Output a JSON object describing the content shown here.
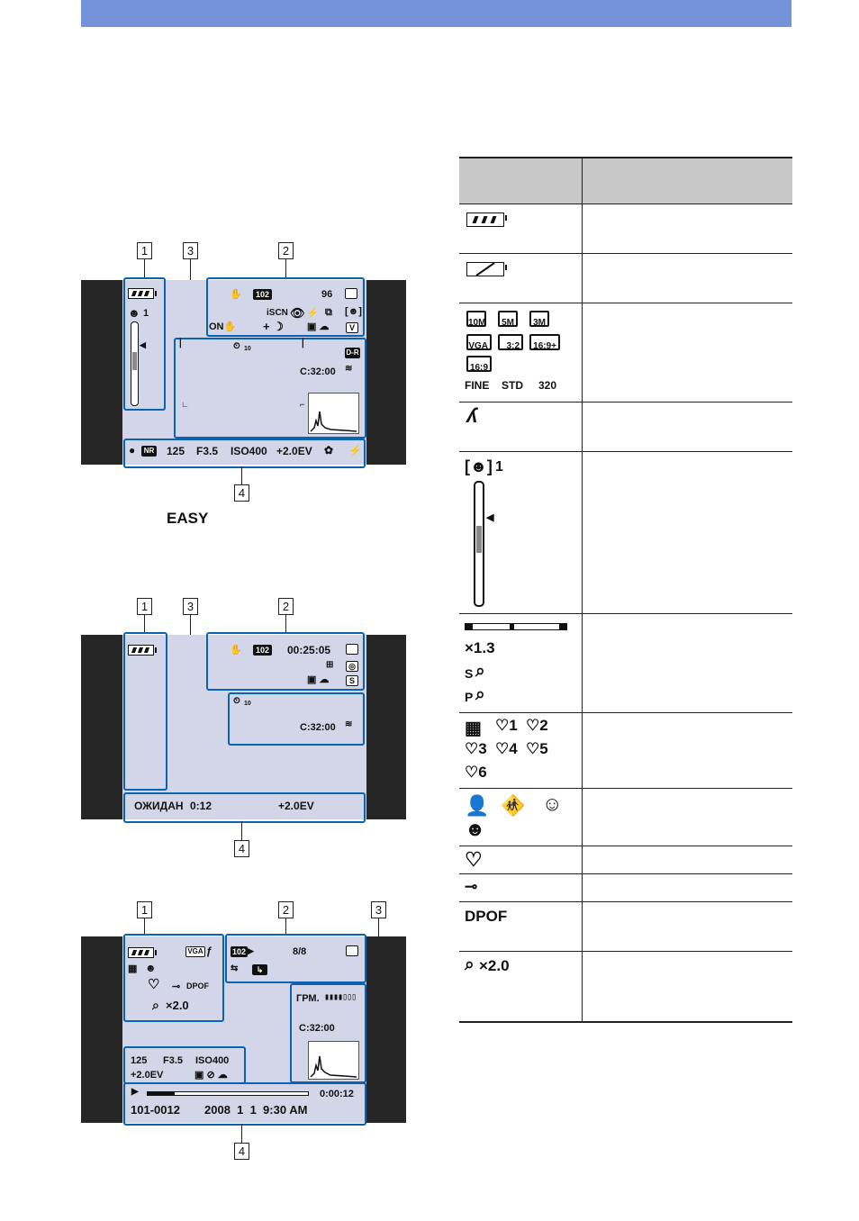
{
  "header": {
    "bar_color": "#7493d8"
  },
  "callout_numbers": [
    "1",
    "2",
    "3",
    "4"
  ],
  "mode_label": "EASY",
  "screen1": {
    "face_count": "1",
    "shots_remaining": "96",
    "capacity": "C:32:00",
    "shutter": "125",
    "aperture": "F3.5",
    "iso": "ISO400",
    "ev": "+2.0EV",
    "nr": "NR",
    "dr": "D-R",
    "folder": "102",
    "self_timer_sub": "10"
  },
  "screen2": {
    "time": "00:25:05",
    "capacity": "C:32:00",
    "standby": "ОЖИДАН",
    "standby_time": "0:12",
    "ev": "+2.0EV",
    "folder": "102",
    "self_timer_sub": "10"
  },
  "screen3": {
    "image_size": "VGA",
    "dpof": "DPOF",
    "zoom": "×2.0",
    "folder": "102",
    "count": "8/8",
    "volume_label": "ГРМ.",
    "capacity": "C:32:00",
    "shutter": "125",
    "aperture": "F3.5",
    "iso": "ISO400",
    "ev": "+2.0EV",
    "playtime": "0:00:12",
    "file_number": "101-0012",
    "date": "2008  1  1  9:30 AM"
  },
  "table": {
    "resolutions_row1": [
      "10M",
      "5M",
      "3M"
    ],
    "resolutions_row2": [
      "VGA",
      "3:2",
      "16:9+"
    ],
    "resolutions_row3": [
      "16:9"
    ],
    "movie_sizes": [
      "FINE",
      "STD",
      "320"
    ],
    "face_count": "1",
    "zoom_value": "×1.3",
    "zoom_s": "S",
    "zoom_p": "P",
    "favorites": [
      "1",
      "2",
      "3",
      "4",
      "5",
      "6"
    ],
    "dpof": "DPOF",
    "playback_zoom": "×2.0"
  }
}
